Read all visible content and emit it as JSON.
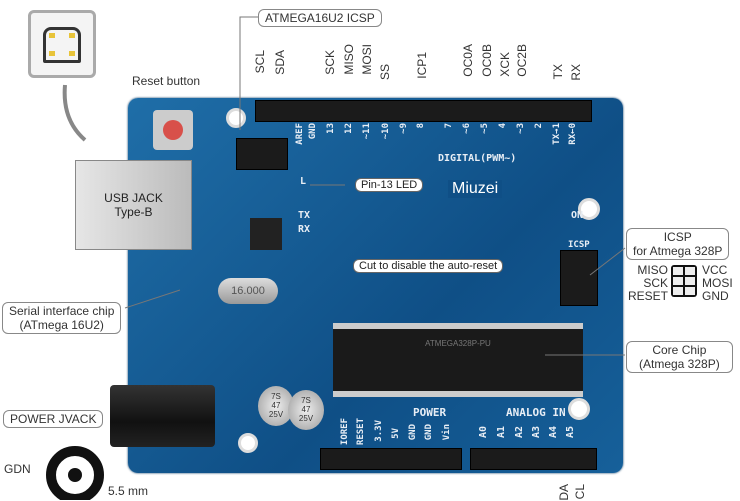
{
  "callouts": {
    "atmega16u2_icsp": "ATMEGA16U2 ICSP",
    "reset_button": "Reset button",
    "usb_jack": [
      "USB JACK",
      "Type-B"
    ],
    "serial_chip": [
      "Serial interface chip",
      "(ATmega 16U2)"
    ],
    "power_jack": "POWER JVACK",
    "gdn": "GDN",
    "diameter": "5.5 mm",
    "pin13_led": "Pin-13 LED",
    "cut_reset": "Cut to disable the auto-reset",
    "icsp_328": [
      "ICSP",
      "for Atmega 328P"
    ],
    "core_chip": [
      "Core Chip",
      "(Atmega 328P)"
    ],
    "brand": "Miuzei"
  },
  "icsp_pinout": {
    "left": [
      "MISO",
      "SCK",
      "RESET"
    ],
    "right": [
      "VCC",
      "MOSI",
      "GND"
    ]
  },
  "top_pin_labels": [
    "SCL",
    "SDA",
    "SCK",
    "MISO",
    "MOSI",
    "SS",
    "ICP1",
    "OC0A",
    "OC0B",
    "XCK",
    "OC2B",
    "TX",
    "RX"
  ],
  "bottom_pin_labels": [
    "DA",
    "CL"
  ],
  "board_silk": {
    "digital": "DIGITAL(PWM~)",
    "top_numbers": [
      "AREF",
      "GND",
      "13",
      "12",
      "~11",
      "~10",
      "~9",
      "8",
      "7",
      "~6",
      "~5",
      "4",
      "~3",
      "2",
      "TX→1",
      "RX←0"
    ],
    "power": "POWER",
    "analog": "ANALOG IN",
    "power_pins": [
      "IOREF",
      "RESET",
      "3.3V",
      "5V",
      "GND",
      "GND",
      "Vin"
    ],
    "analog_pins": [
      "A0",
      "A1",
      "A2",
      "A3",
      "A4",
      "A5"
    ],
    "on": "ON",
    "icsp": "ICSP",
    "tx": "TX",
    "rx": "RX",
    "l": "L",
    "chip_text": "ATMEGA328P-PU",
    "cap_text": [
      "7S",
      "47",
      "25V"
    ],
    "crystal": "16.000"
  },
  "colors": {
    "board": "#0f4f86",
    "header": "#1b1b1b"
  }
}
